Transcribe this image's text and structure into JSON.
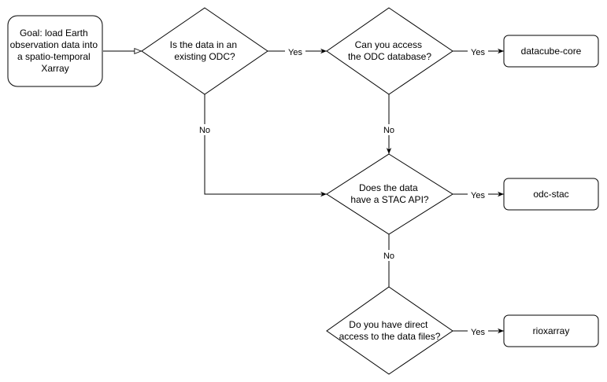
{
  "colors": {
    "stroke": "#000000",
    "fill": "#ffffff",
    "text": "#000000"
  },
  "nodes": {
    "goal": [
      "Goal: load Earth",
      "observation data into",
      "a spatio-temporal",
      "Xarray"
    ],
    "q_existing_odc": [
      "Is the data in an",
      "existing ODC?"
    ],
    "q_access_odc_db": [
      "Can you access",
      "the ODC database?"
    ],
    "q_stac_api": [
      "Does the data",
      "have a STAC API?"
    ],
    "q_direct_access": [
      "Do you have direct",
      "access to the data files?"
    ],
    "datacube_core": "datacube-core",
    "odc_stac": "odc-stac",
    "rioxarray": "rioxarray"
  },
  "edge_labels": {
    "existing_yes": "Yes",
    "existing_no": "No",
    "access_yes": "Yes",
    "access_no": "No",
    "stac_yes": "Yes",
    "stac_no": "No",
    "direct_yes": "Yes"
  },
  "icons": {
    "arrowhead": "filled-triangle-arrow",
    "start_arrowhead": "open-triangle-arrow"
  }
}
